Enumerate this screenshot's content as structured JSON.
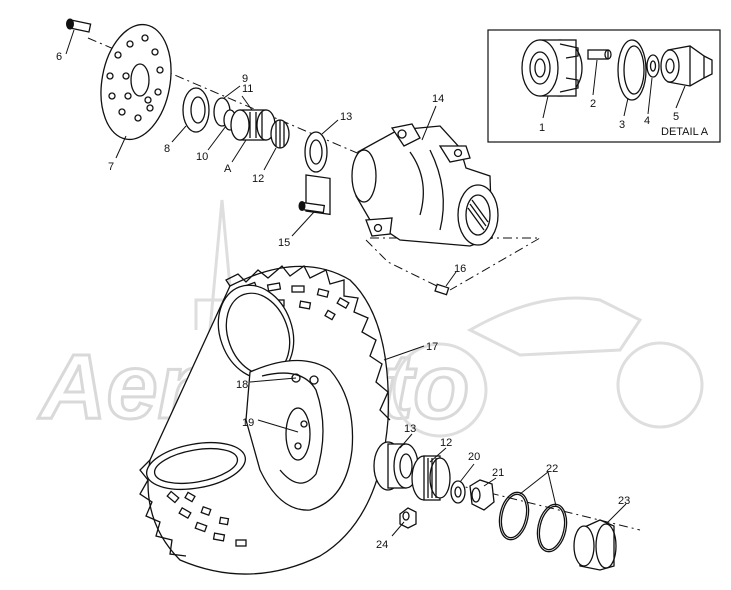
{
  "diagram": {
    "watermark": "AeroMoto",
    "detail_label": "DETAIL A",
    "callouts": {
      "c1": "1",
      "c2": "2",
      "c3": "3",
      "c4": "4",
      "c5": "5",
      "c6": "6",
      "c7": "7",
      "c8": "8",
      "c9": "9",
      "c10": "10",
      "c11": "11",
      "cA": "A",
      "c12a": "12",
      "c13a": "13",
      "c14": "14",
      "c15": "15",
      "c16": "16",
      "c17": "17",
      "c18": "18",
      "c19": "19",
      "c13b": "13",
      "c12b": "12",
      "c20": "20",
      "c21": "21",
      "c22": "22",
      "c23": "23",
      "c24": "24"
    }
  }
}
